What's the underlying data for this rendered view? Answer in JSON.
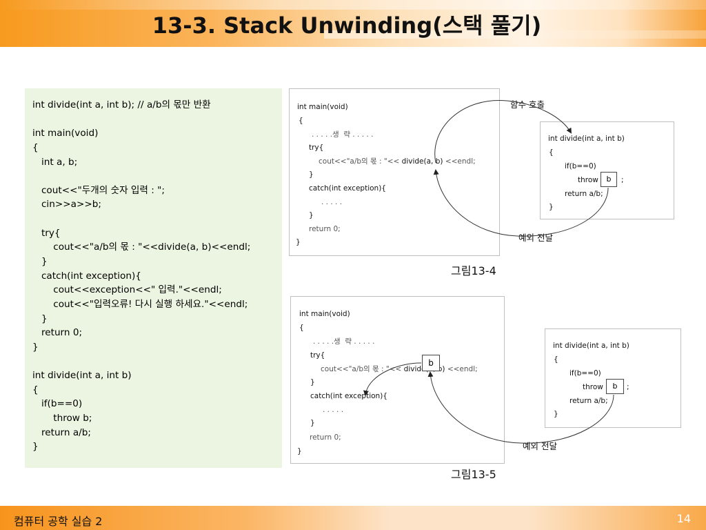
{
  "slide": {
    "title": "13-3. Stack Unwinding(스택 풀기)",
    "footer": "컴퓨터 공학 실습 2",
    "page_number": "14"
  },
  "code_panel": {
    "lines": [
      "int divide(int a, int b); // a/b의 몫만 반환",
      "",
      "int main(void)",
      "{",
      "   int a, b;",
      "",
      "   cout<<\"두개의 숫자 입력 : \";",
      "   cin>>a>>b;",
      "",
      "   try{",
      "       cout<<\"a/b의 몫 : \"<<divide(a, b)<<endl;",
      "   }",
      "   catch(int exception){",
      "       cout<<exception<<\" 입력.\"<<endl;",
      "       cout<<\"입력오류! 다시 실행 하세요.\"<<endl;",
      "   }",
      "   return 0;",
      "}",
      "",
      "int divide(int a, int b)",
      "{",
      "   if(b==0)",
      "       throw b;",
      "   return a/b;",
      "}"
    ]
  },
  "figure_1": {
    "caption": "그림13-4",
    "call_label": "함수 호출",
    "exception_label": "예외 전달",
    "main_box": {
      "header": "int main(void)",
      "open": "{",
      "omitted": ". . . . .생  략 . . . . .",
      "try": "try{",
      "cout_prefix": "cout<<\"a/b의 몫 : \"<< ",
      "cout_call": "divide(a, b)",
      "cout_suffix": " <<endl;",
      "try_close": "}",
      "catch": "catch(int exception){",
      "dots": ". . . . .",
      "catch_close": "}",
      "ret": "return 0;",
      "close": "}"
    },
    "divide_box": {
      "header": "int divide(int a, int b)",
      "open": "{",
      "if": "if(b==0)",
      "throw": "throw",
      "value": "b",
      "semi": ";",
      "ret": "return a/b;",
      "close": "}"
    }
  },
  "figure_2": {
    "caption": "그림13-5",
    "exception_label": "예외 전달",
    "thrown_value": "b",
    "main_box": {
      "header": "int main(void)",
      "open": "{",
      "omitted": ". . . . .생  략 . . . . .",
      "try": "try{",
      "cout_prefix": "cout<<\"a/b의 몫 : \"<< ",
      "cout_call": "divide(a, b)",
      "cout_suffix": " <<endl;",
      "try_close": "}",
      "catch": "catch(int exception){",
      "dots": ". . . . .",
      "catch_close": "}",
      "ret": "return 0;",
      "close": "}"
    },
    "divide_box": {
      "header": "int divide(int a, int b)",
      "open": "{",
      "if": "if(b==0)",
      "throw": "throw",
      "value": "b",
      "semi": ";",
      "ret": "return a/b;",
      "close": "}"
    }
  }
}
